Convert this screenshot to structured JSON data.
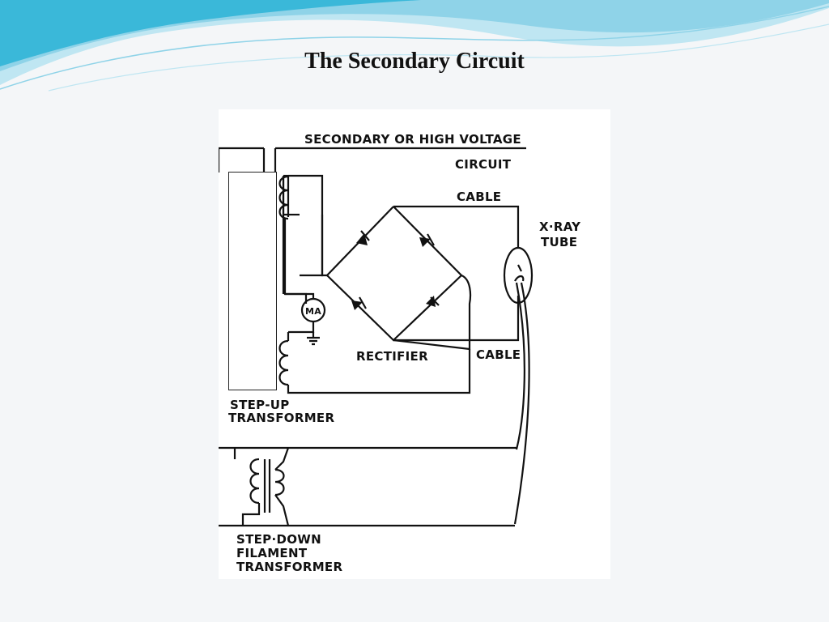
{
  "slide": {
    "title": "The Secondary Circuit"
  },
  "diagram": {
    "labels": {
      "secondary_high_voltage": "SECONDARY OR HIGH VOLTAGE",
      "circuit": "CIRCUIT",
      "cable_top": "CABLE",
      "xray": "X·RAY",
      "tube": "TUBE",
      "ma": "MA",
      "rectifier": "RECTIFIER",
      "cable_bottom": "CABLE",
      "stepup_1": "STEP-UP",
      "stepup_2": "TRANSFORMER",
      "stepdown_1": "STEP·DOWN",
      "stepdown_2": "FILAMENT",
      "stepdown_3": "TRANSFORMER"
    }
  },
  "colors": {
    "background": "#f4f6f8",
    "wave_light": "#bfe6f2",
    "wave_dark": "#2bb3d6",
    "ink": "#111111"
  }
}
